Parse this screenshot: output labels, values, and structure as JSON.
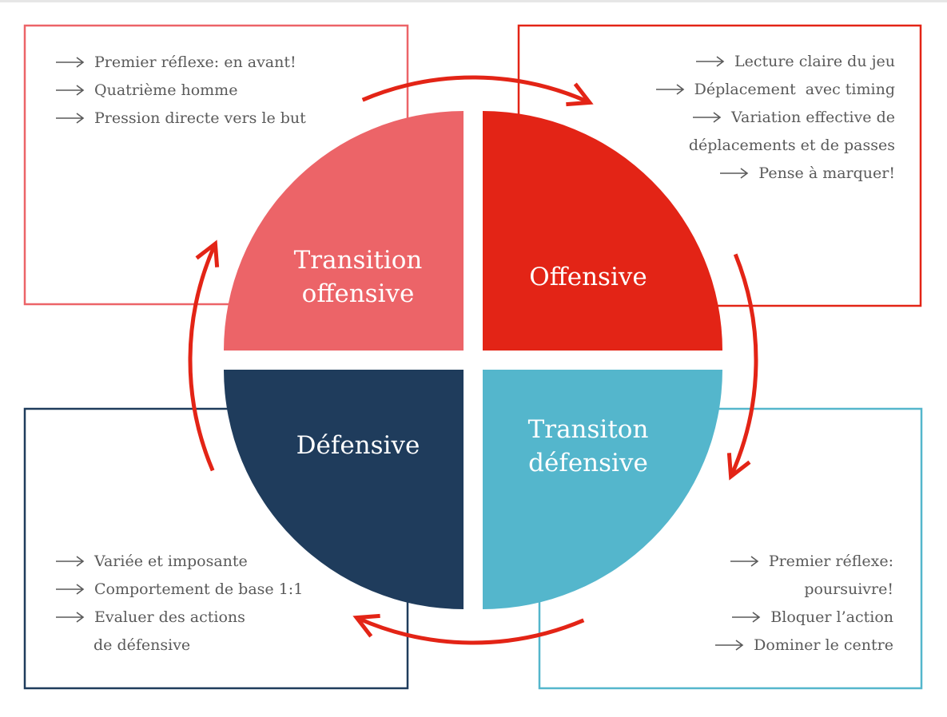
{
  "colors": {
    "transition_offensive": "#ec6468",
    "offensive": "#e32416",
    "defensive": "#1f3c5c",
    "transition_defensive": "#54b6cc",
    "cycle_arrows": "#e32416",
    "text": "#5a5a5a"
  },
  "quadrants": {
    "transition_offensive": {
      "line1": "Transition",
      "line2": "offensive"
    },
    "offensive": {
      "line1": "Offensive"
    },
    "defensive": {
      "line1": "Défensive"
    },
    "transition_defensive": {
      "line1": "Transiton",
      "line2": "défensive"
    }
  },
  "boxes": {
    "transition_offensive": {
      "items": [
        {
          "text": "Premier réflexe: en avant!",
          "arrow": true
        },
        {
          "text": "Quatrième homme",
          "arrow": true
        },
        {
          "text": "Pression directe vers le but",
          "arrow": true
        }
      ]
    },
    "offensive": {
      "items": [
        {
          "text": "Lecture claire du jeu",
          "arrow": true
        },
        {
          "text": "Déplacement  avec timing",
          "arrow": true
        },
        {
          "text": "Variation effective de",
          "arrow": true
        },
        {
          "text": "déplacements et de passes",
          "arrow": false
        },
        {
          "text": "Pense à marquer!",
          "arrow": true
        }
      ]
    },
    "defensive": {
      "items": [
        {
          "text": "Variée et imposante",
          "arrow": true
        },
        {
          "text": "Comportement de base 1:1",
          "arrow": true
        },
        {
          "text": "Evaluer des actions",
          "arrow": true
        },
        {
          "text": "de défensive",
          "arrow": false
        }
      ]
    },
    "transition_defensive": {
      "items": [
        {
          "text": "Premier réflexe:",
          "arrow": true
        },
        {
          "text": "poursuivre!",
          "arrow": false
        },
        {
          "text": "Bloquer l’action",
          "arrow": true
        },
        {
          "text": "Dominer le centre",
          "arrow": true
        }
      ]
    }
  }
}
